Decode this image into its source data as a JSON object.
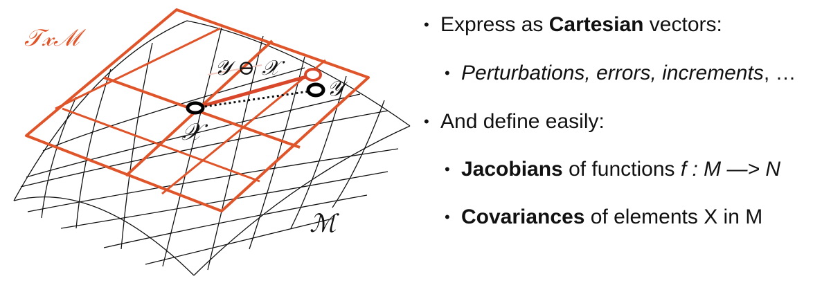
{
  "diagram": {
    "tangent_space_label": "𝒯𝓍ℳ",
    "manifold_label": "ℳ",
    "point_x_label": "𝒳",
    "point_y_label": "𝒴",
    "difference_label": "𝒴 ⊖ 𝒳",
    "colors": {
      "manifold_grid": "#111111",
      "tangent_plane": "#e0542a",
      "tangent_vector": "#d9472a",
      "points": "#000000"
    }
  },
  "bullets": {
    "item1": {
      "prefix": "Express as ",
      "bold": "Cartesian",
      "suffix": " vectors:",
      "sub1": {
        "italic": "Perturbations, errors, increments",
        "suffix": ", …"
      }
    },
    "item2": {
      "text": "And define easily:",
      "sub1": {
        "bold": "Jacobians",
        "middle": " of functions ",
        "italic": "f : M —> N"
      },
      "sub2": {
        "bold": "Covariances",
        "suffix": " of elements X in M"
      }
    },
    "bullet_char": "•"
  }
}
